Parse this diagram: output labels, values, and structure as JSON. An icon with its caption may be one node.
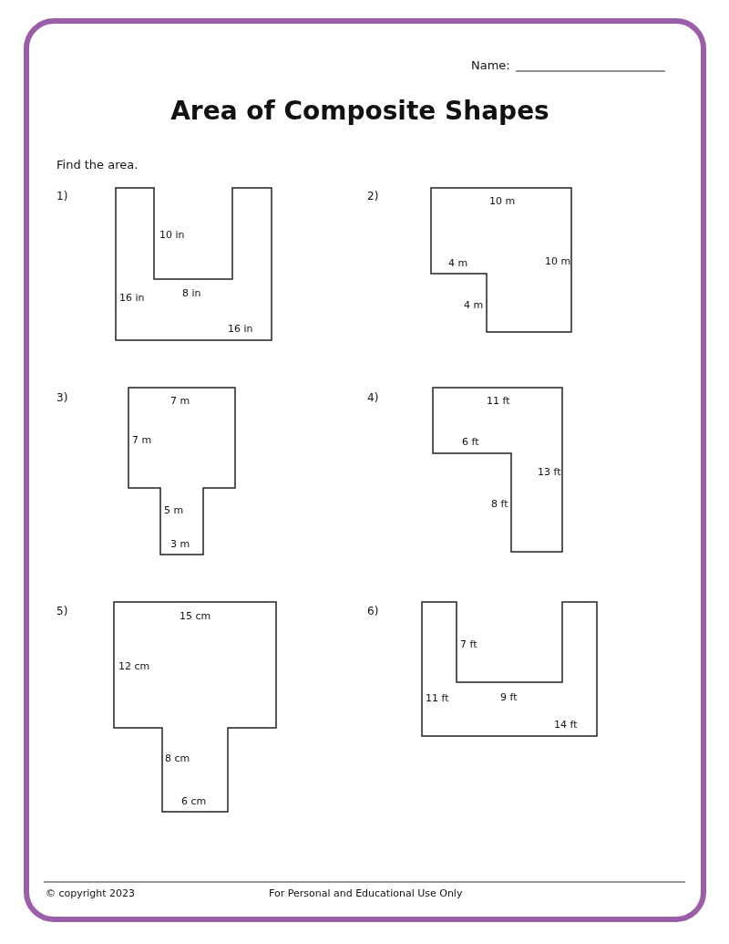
{
  "diagram": {
    "title": "Area of Composite Shapes",
    "labels": [
      "Name:",
      "Find the area.",
      "1)",
      "10 in",
      "8 in",
      "16 in",
      "16 in",
      "2)",
      "10 m",
      "10 m",
      "4 m",
      "4 m",
      "3)",
      "7 m",
      "7 m",
      "5 m",
      "3 m",
      "4)",
      "11 ft",
      "6 ft",
      "13 ft",
      "8 ft",
      "5)",
      "15 cm",
      "12 cm",
      "8 cm",
      "6 cm",
      "6)",
      "7 ft",
      "9 ft",
      "11 ft",
      "14 ft",
      "© copyright 2023",
      "For Personal and Educational Use Only"
    ]
  }
}
